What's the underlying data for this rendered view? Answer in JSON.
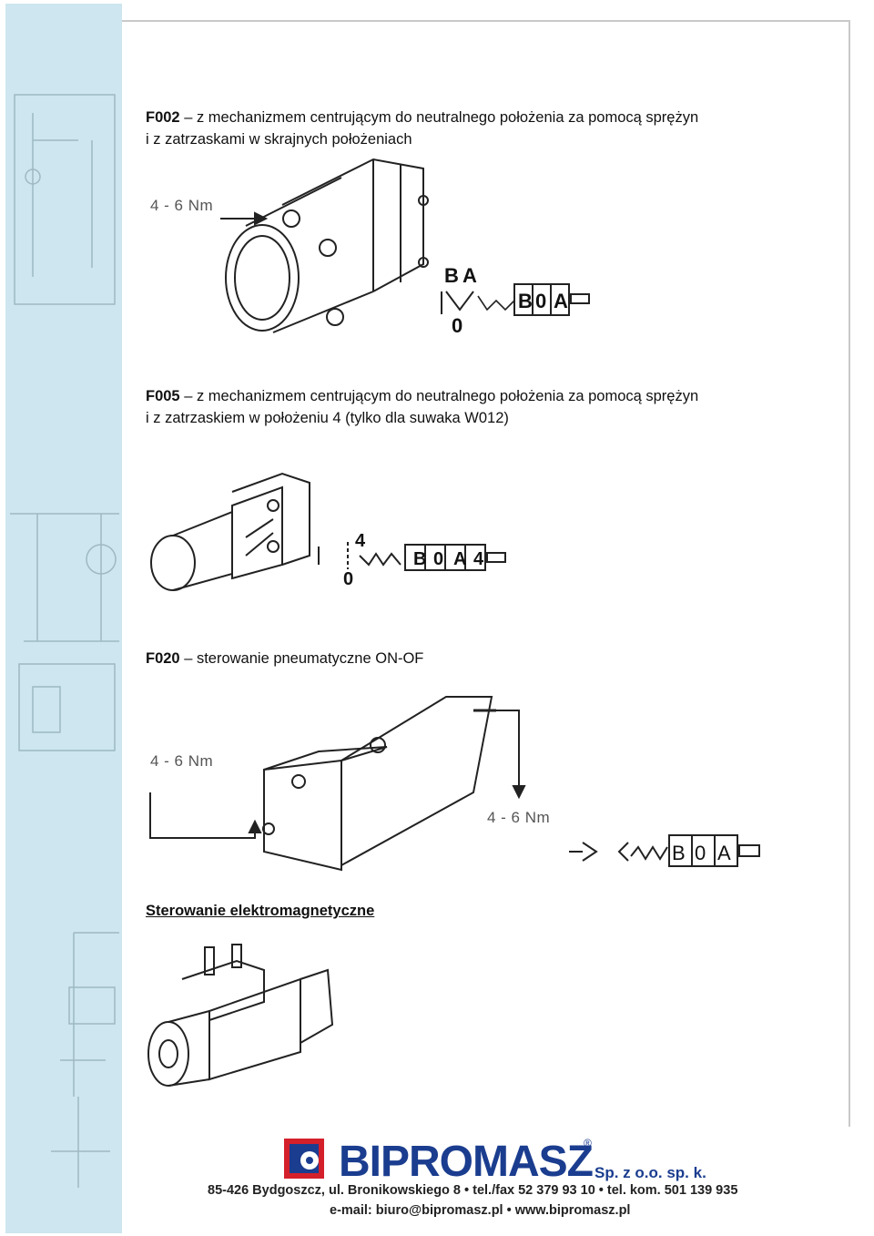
{
  "sections": [
    {
      "code": "F002",
      "line1": " – z mechanizmem centrującym do neutralnego położenia za pomocą sprężyn",
      "line2": "i z zatrzaskami w skrajnych położeniach",
      "torque_labels": [
        "4 - 6 Nm"
      ],
      "symbol_labels": [
        "B",
        "A",
        "0",
        "B",
        "0",
        "A"
      ]
    },
    {
      "code": "F005",
      "line1": " – z mechanizmem centrującym do neutralnego położenia za pomocą sprężyn",
      "line2": "i z zatrzaskiem w położeniu 4 (tylko dla suwaka W012)",
      "symbol_labels": [
        "4",
        "0",
        "B",
        "0",
        "A",
        "4"
      ]
    },
    {
      "code": "F020",
      "line1": " – sterowanie pneumatyczne ON-OF",
      "torque_labels": [
        "4 - 6 Nm",
        "4 - 6 Nm"
      ],
      "symbol_labels": [
        "B",
        "0",
        "A"
      ]
    }
  ],
  "section4": {
    "heading": "Sterowanie elektromagnetyczne"
  },
  "footer": {
    "brand": "BIPROMASZ",
    "registered": "®",
    "company_suffix": "Sp. z o.o. sp. k.",
    "address": "85-426 Bydgoszcz, ul. Bronikowskiego 8  •  tel./fax 52 379 93 10  •  tel. kom. 501 139 935",
    "contact": "e-mail: biuro@bipromasz.pl  •  www.bipromasz.pl"
  },
  "colors": {
    "sidebar": "#cde6ef",
    "brand": "#1b3d8f",
    "logo_red": "#d4202a"
  }
}
